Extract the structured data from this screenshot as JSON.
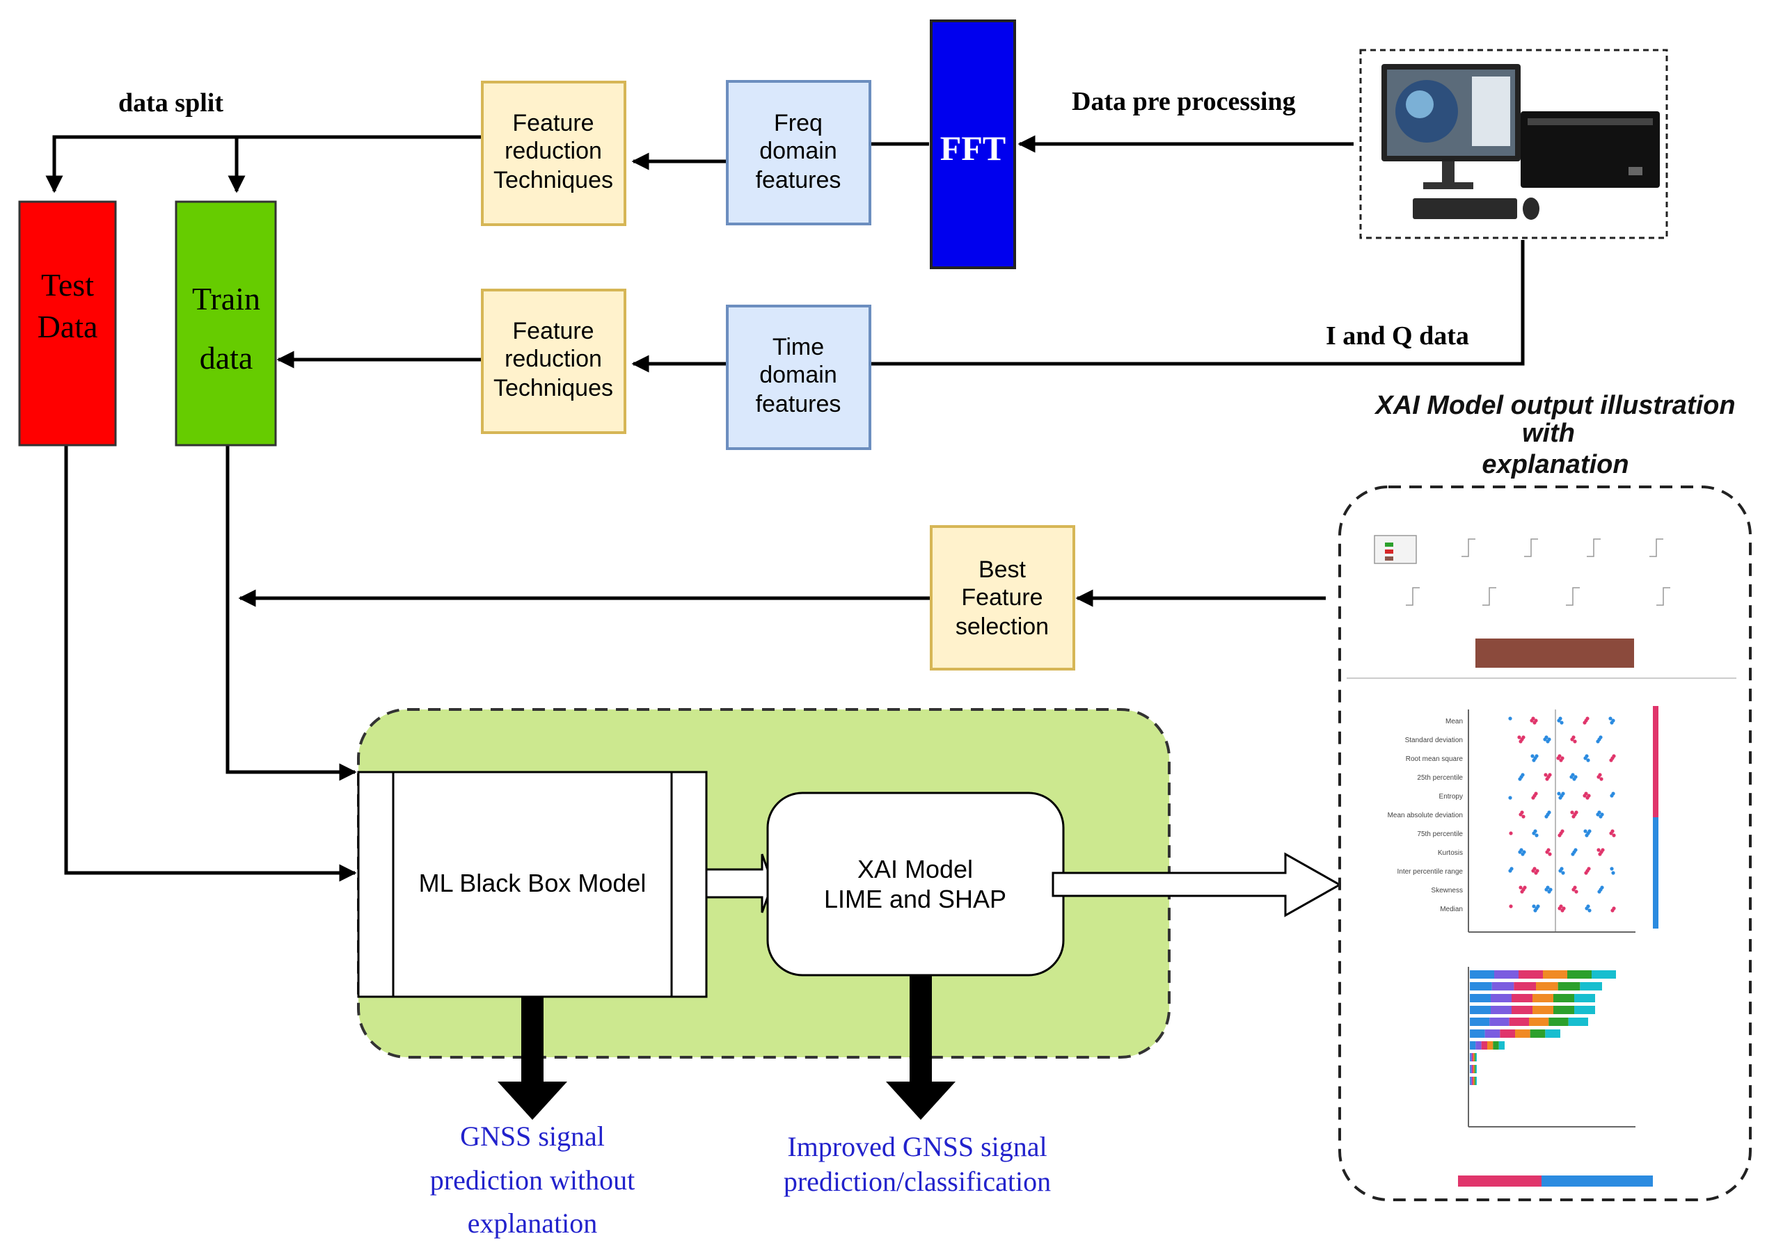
{
  "labels": {
    "data_split": "data split",
    "data_pre_processing": "Data pre processing",
    "i_and_q_data": "I and Q data",
    "fft": "FFT",
    "freq_line1": "Freq",
    "freq_line2": "domain",
    "freq_line3": "features",
    "time_line1": "Time",
    "time_line2": "domain",
    "time_line3": "features",
    "feat_red_line1": "Feature",
    "feat_red_line2": "reduction",
    "feat_red_line3": "Techniques",
    "test_line1": "Test",
    "test_line2": "Data",
    "train_line1": "Train",
    "train_line2": "data",
    "best_line1": "Best",
    "best_line2": "Feature",
    "best_line3": "selection",
    "ml_model": "ML Black Box Model",
    "xai_line1": "XAI Model",
    "xai_line2": "LIME and SHAP",
    "pred_line1": "GNSS signal",
    "pred_line2": "prediction without",
    "pred_line3": "explanation",
    "improved_line1": "Improved GNSS signal",
    "improved_line2": "prediction/classification",
    "xai_title_line1": "XAI Model output illustration",
    "xai_title_line2": "with",
    "xai_title_line3": "explanation"
  },
  "shap_features": [
    "Mean",
    "Standard deviation",
    "Root mean square",
    "25th percentile",
    "Entropy",
    "Mean absolute deviation",
    "75th percentile",
    "Kurtosis",
    "Inter percentile range",
    "Skewness",
    "Median"
  ],
  "colors": {
    "test_data": "#ff0000",
    "train_data": "#66cc00",
    "fft": "#0000ee",
    "freq_box": "#dae8fc",
    "feature_box": "#fff2cc",
    "green_region": "#cce88f",
    "prediction_text": "#2222cc"
  },
  "icons": [
    "computer-workstation-icon"
  ]
}
